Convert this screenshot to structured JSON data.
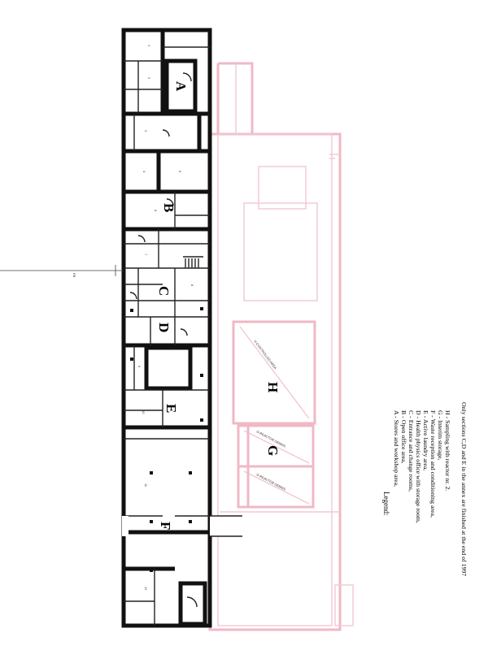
{
  "plan": {
    "section_letters": [
      "A",
      "B",
      "C",
      "D",
      "E",
      "F",
      "G",
      "H"
    ],
    "reactor_mark": "EB",
    "room_codes": [
      "1",
      "2",
      "3",
      "4",
      "5",
      "6",
      "7",
      "8",
      "9",
      "10",
      "11",
      "12"
    ],
    "hall_notes": [
      "G-REACTOR DEBRIS",
      "G-REACTOR DEBRIS",
      "H-CONTROLLED AREA"
    ]
  },
  "legend": {
    "title": "Legend:",
    "items": [
      "A - Stores and workshop area,",
      "B - Open office area,",
      "C - Entrance and change rooms,",
      "D - Health physics office with storage room,",
      "E - Active laundry area,",
      "F - Waste reception and conditioning area,",
      "G - Interim storage,",
      "H - Sampling with reactor nr. 2."
    ],
    "note": "Only sections C,D and E in the annex are finished at the end of 1997"
  }
}
